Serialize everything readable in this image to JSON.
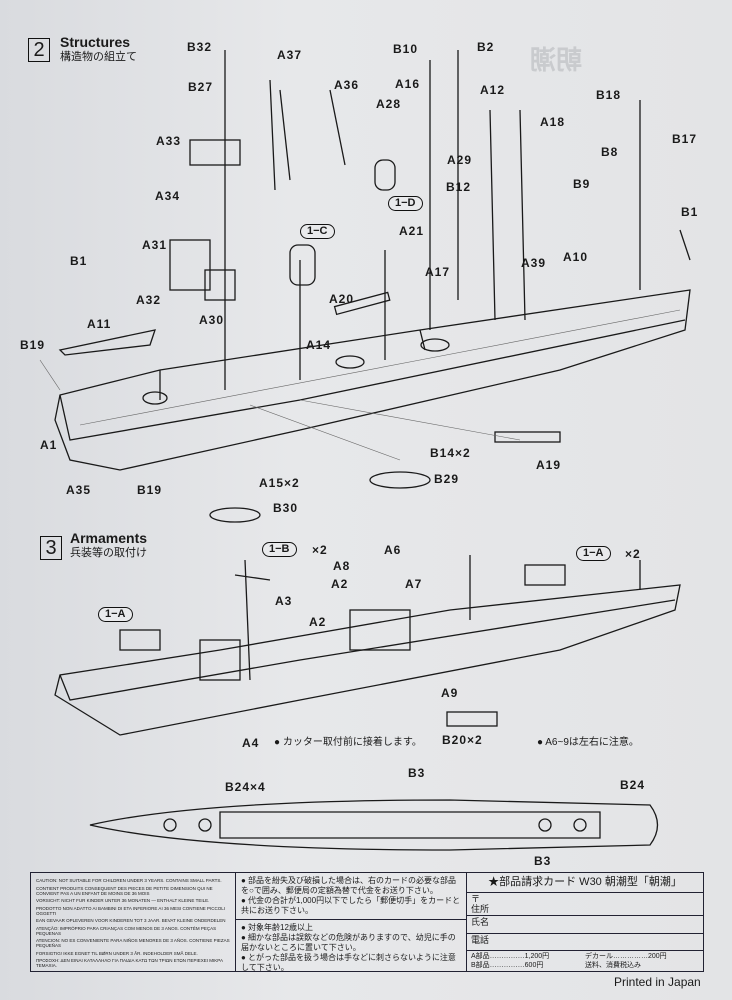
{
  "section2": {
    "number": "2",
    "title": "Structures",
    "subtitle": "構造物の組立て",
    "labels": [
      "B32",
      "A37",
      "B10",
      "B2",
      "B27",
      "A36",
      "A16",
      "A12",
      "B18",
      "A28",
      "A18",
      "B17",
      "A33",
      "A29",
      "B8",
      "B12",
      "B9",
      "B1",
      "A34",
      "A21",
      "A31",
      "A10",
      "A39",
      "A17",
      "B1",
      "A32",
      "A20",
      "A30",
      "A11",
      "A14",
      "B19",
      "A1",
      "B14×2",
      "B29",
      "A19",
      "A35",
      "B19",
      "A15×2",
      "B30"
    ],
    "pills": [
      "1−D",
      "1−C"
    ]
  },
  "section3": {
    "number": "3",
    "title": "Armaments",
    "subtitle": "兵装等の取付け",
    "labels": [
      "A6",
      "A8",
      "A2",
      "A7",
      "A3",
      "A2",
      "A9",
      "B20×2",
      "A4",
      "B3",
      "B24×4",
      "B24",
      "B3"
    ],
    "pills": [
      "1−B",
      "1−A",
      "1−A"
    ],
    "pill_mult": [
      "×2",
      "×2"
    ],
    "note_a4": "● カッター取付前に接着します。",
    "note_a6": "● A6~9は左右に注意。"
  },
  "card": {
    "cautions": [
      "CAUTION: NOT SUITABLE FOR CHILDREN UNDER 3 YEARS. CONTAINS SMALL PARTS.",
      "CONTIENT PRODUITS CONSEQUENT DES PIECES DE PETITE DIMENSION QUI NE CONVIENT PAS A UN ENFANT DE MOINS DE 36 MOIS",
      "VORSICHT: NICHT FUR KINDER UNTER 36 MONATEN — ENTHALT KLEINE TEILE.",
      "PRODOTTO NON ADATTO AI BAMBINI DI ETA INFERIORE AI 36 MESI CONTIENE PICCOLI OGGETTI",
      "EAN GEVAAR OPLEVEREN VOOR KINDEREN TOT 3 JAAR. BEVAT KLEINE ONDERDELEN",
      "ATENÇÃO: IMPRÓPRIO PARA CRIANÇAS COM MENOS DE 3 ANOS. CONTÉM PEÇAS PEQUENAS",
      "ATENCION: NO ES CONVENIENTE PARA NIÑOS MENORES DE 3 AÑOS. CONTIENE PIEZAS PEQUEÑAS",
      "FORSIGTIG! IKKE EGNET TIL BØRN UNDER 3 ÅR. INDEHOLDER SMÅ DELE.",
      "ΠΡΟΣΟΧΗ: ΔΕΝ ΕΙΝΑΙ ΚΑΤΑΛΛΗΛΟ ΓΙΑ ΠΑΙΔΙΑ ΚΑΤΩ ΤΩΝ ΤΡΙΩΝ ΕΤΩΝ ΠΕΡΙΕΧΕΙ ΜΙΚΡΑ ΤΕΜΑΧΙΑ."
    ],
    "notes_top": [
      "● 部品を紛失及び破損した場合は、右のカードの必要な部品を○で囲み、郵便局の定額為替で代金をお送り下さい。",
      "● 代金の合計が1,000円以下でしたら「郵便切手」をカードと共にお送り下さい。"
    ],
    "notes_bottom": [
      "● 対象年齢12歳以上",
      "● 細かな部品は誤飲などの危険がありますので、幼児に手の届かないところに置いて下さい。",
      "● とがった部品を扱う場合は手などに刺さらないように注意して下さい。"
    ],
    "title": "★部品請求カード W30 朝潮型「朝潮」",
    "postal": "〒",
    "address": "住所",
    "name": "氏名",
    "phone": "電話",
    "prices": [
      "A部品……………1,200円",
      "デカール……………200円",
      "B部品……………600円",
      "送料、消費税込み"
    ]
  },
  "printed": "Printed in Japan"
}
